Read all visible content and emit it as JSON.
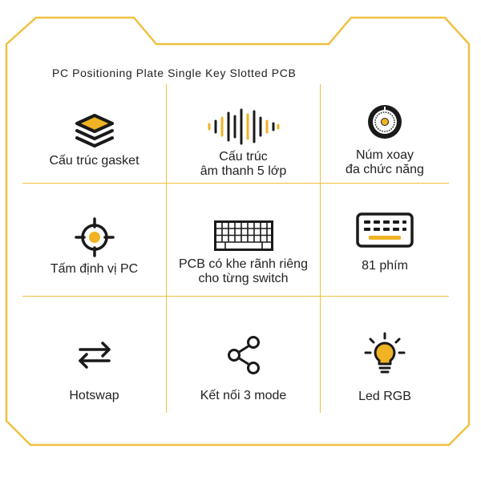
{
  "header": {
    "title": "PC Positioning Plate Single Key Slotted PCB"
  },
  "features": [
    {
      "line1": "Cấu trúc gasket",
      "line2": "",
      "icon": "layers-icon"
    },
    {
      "line1": "Cấu trúc",
      "line2": "âm thanh 5 lớp",
      "icon": "sound-wave-icon"
    },
    {
      "line1": "Núm xoay",
      "line2": "đa chức năng",
      "icon": "knob-icon"
    },
    {
      "line1": "Tấm định vị PC",
      "line2": "",
      "icon": "crosshair-icon"
    },
    {
      "line1": "PCB có khe rãnh riêng",
      "line2": "cho từng switch",
      "icon": "pcb-keyboard-icon"
    },
    {
      "line1": "81 phím",
      "line2": "",
      "icon": "keyboard-icon"
    },
    {
      "line1": "Hotswap",
      "line2": "",
      "icon": "swap-arrows-icon"
    },
    {
      "line1": "Kết nối 3 mode",
      "line2": "",
      "icon": "share-icon"
    },
    {
      "line1": "Led RGB",
      "line2": "",
      "icon": "lightbulb-icon"
    }
  ],
  "colors": {
    "accent": "#f0b323",
    "frame": "#f0c040",
    "icon": "#1a1a1a",
    "text": "#222222"
  }
}
